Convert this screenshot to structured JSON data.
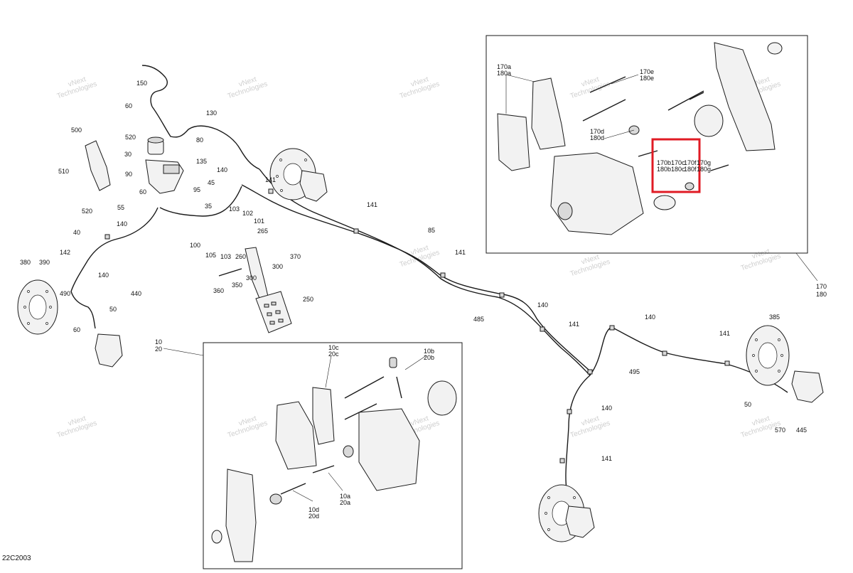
{
  "diagram_code": "22C2003",
  "watermark": {
    "line1": "vNext",
    "line2": "Technologies"
  },
  "labels": {
    "l150": "150",
    "l60a": "60",
    "l130": "130",
    "l80": "80",
    "l135": "135",
    "l500": "500",
    "l520a": "520",
    "l510": "510",
    "l520b": "520",
    "l30": "30",
    "l90": "90",
    "l95": "95",
    "l60b": "60",
    "l55": "55",
    "l45": "45",
    "l35": "35",
    "l140a": "140",
    "l141a": "141",
    "l141b": "141",
    "l103a": "103",
    "l102": "102",
    "l101": "101",
    "l265": "265",
    "l100": "100",
    "l105": "105",
    "l103b": "103",
    "l260": "260",
    "l370": "370",
    "l300a": "300",
    "l300b": "300",
    "l360": "360",
    "l350": "350",
    "l250": "250",
    "l140b": "140",
    "l40": "40",
    "l142": "142",
    "l380": "380",
    "l390": "390",
    "l140c": "140",
    "l490": "490",
    "l440": "440",
    "l50a": "50",
    "l60c": "60",
    "l10": "10",
    "l20": "20",
    "l85": "85",
    "l141c": "141",
    "l485": "485",
    "l140d": "140",
    "l141d": "141",
    "l140e": "140",
    "l141e": "141",
    "l495": "495",
    "l385": "385",
    "l50b": "50",
    "l570": "570",
    "l445": "445",
    "l140f": "140",
    "l141f": "141",
    "l170": "170",
    "l180": "180",
    "i170a": "170a",
    "i180a": "180a",
    "i170e": "170e",
    "i180e": "180e",
    "i170d": "170d",
    "i180d": "180d",
    "i170b": "170b",
    "i180b": "180b",
    "i170c": "170c",
    "i180c": "180c",
    "i170f": "170f",
    "i180f": "180f",
    "i170g": "170g",
    "i180g": "180g",
    "j10c": "10c",
    "j20c": "20c",
    "j10b": "10b",
    "j20b": "20b",
    "j10a": "10a",
    "j20a": "20a",
    "j10d": "10d",
    "j20d": "20d"
  }
}
